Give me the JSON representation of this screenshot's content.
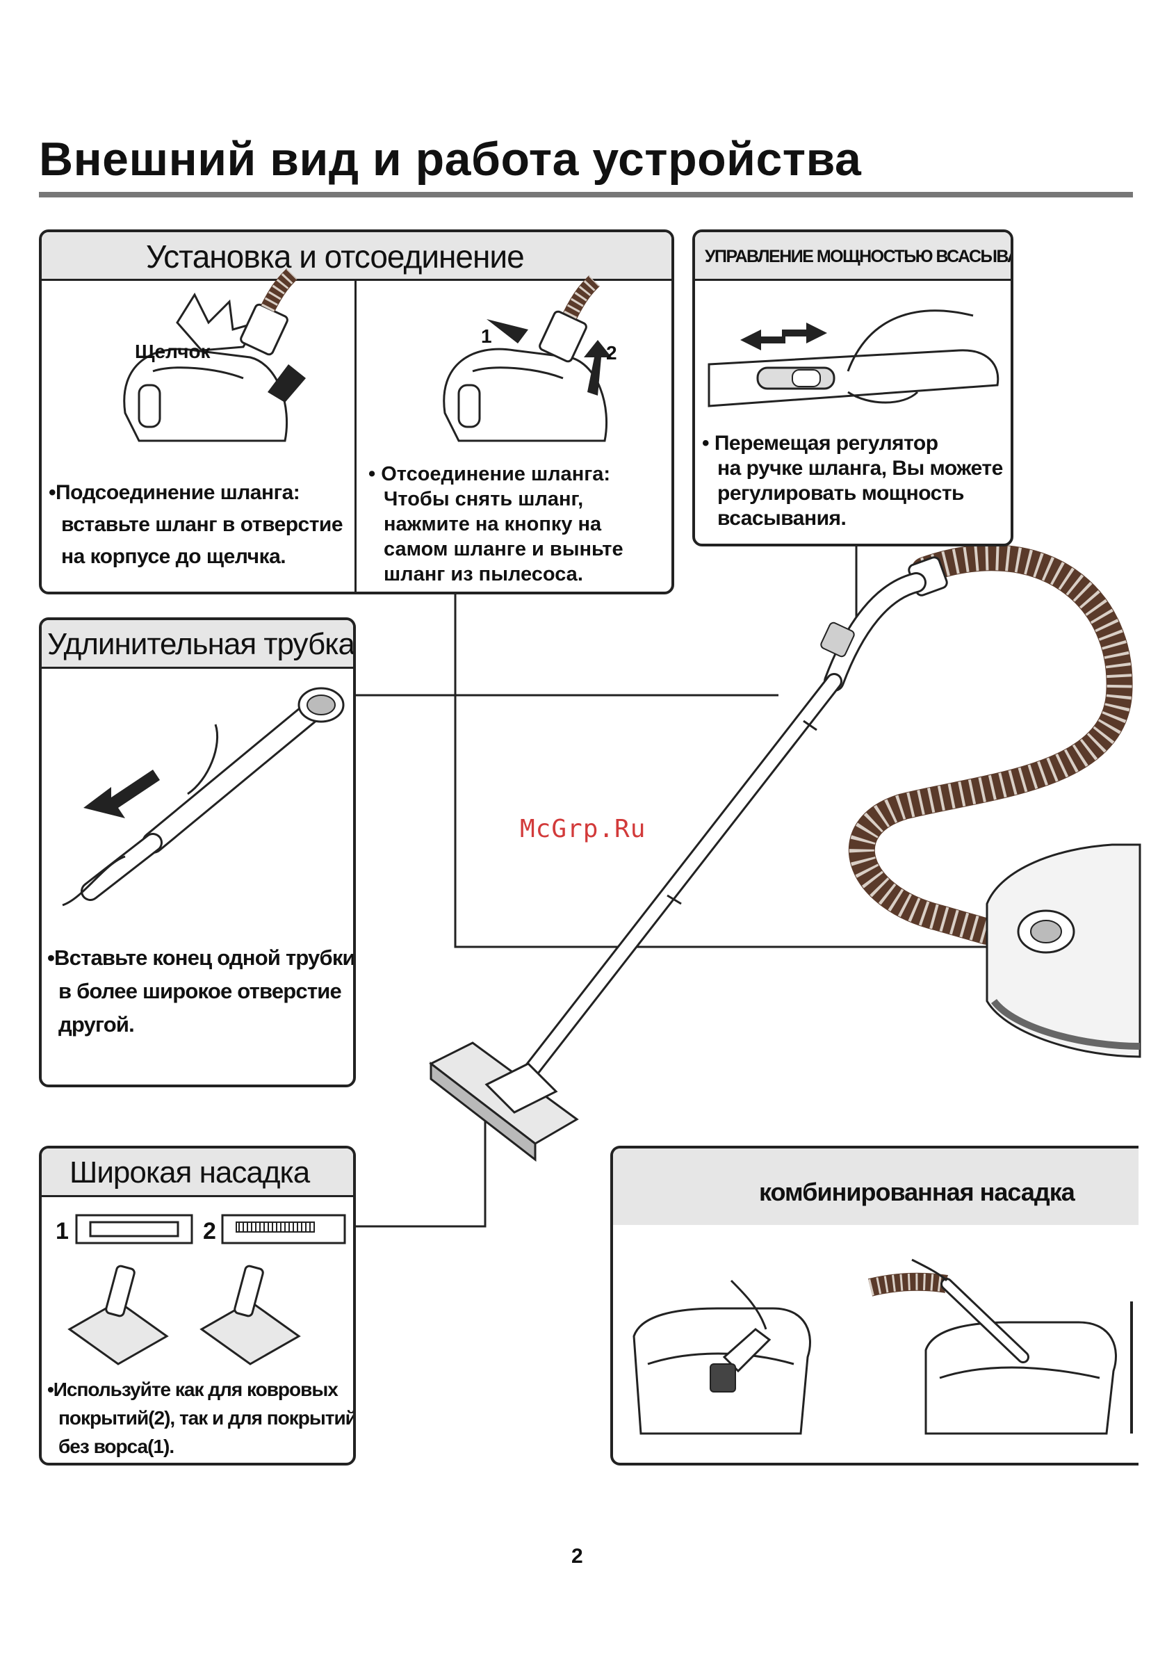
{
  "page": {
    "title": "Внешний вид и работа устройства",
    "watermark": "McGrp.Ru",
    "page_number": "2"
  },
  "install": {
    "heading": "Установка и отсоединение",
    "click_label": "Щелчок",
    "step1_label": "1",
    "step2_label": "2",
    "connect_lines": [
      "•Подсоединение шланга:",
      "вставьте шланг в отверстие",
      "на корпусе до щелчка."
    ],
    "disconnect_lines": [
      "• Отсоединение шланга:",
      "Чтобы снять шланг,",
      "нажмите на кнопку на",
      "самом шланге и выньте",
      "шланг из пылесоса."
    ]
  },
  "suction": {
    "heading": "УПРАВЛЕНИЕ МОЩНОСТЬЮ ВСАСЫВАНИЯ",
    "lines": [
      "• Перемещая регулятор",
      "на ручке шланга, Вы можете",
      "регулировать мощность",
      "всасывания."
    ]
  },
  "extension": {
    "heading": "Удлинительная трубка",
    "lines": [
      "•Вставьте конец одной трубки",
      "в более широкое отверстие",
      "другой."
    ]
  },
  "wide_nozzle": {
    "heading": "Широкая насадка",
    "mode1_label": "1",
    "mode2_label": "2",
    "lines": [
      "•Используйте как для ковровых",
      "покрытий(2), так и для покрытий",
      "без ворса(1)."
    ]
  },
  "combo_nozzle": {
    "heading": "комбинированная насадка"
  },
  "colors": {
    "hose": "#5a3a2a",
    "hose_rib": "#d9cfc6",
    "panel_border": "#222222",
    "header_fill": "#e6e6e6",
    "watermark": "#d23a3a"
  }
}
